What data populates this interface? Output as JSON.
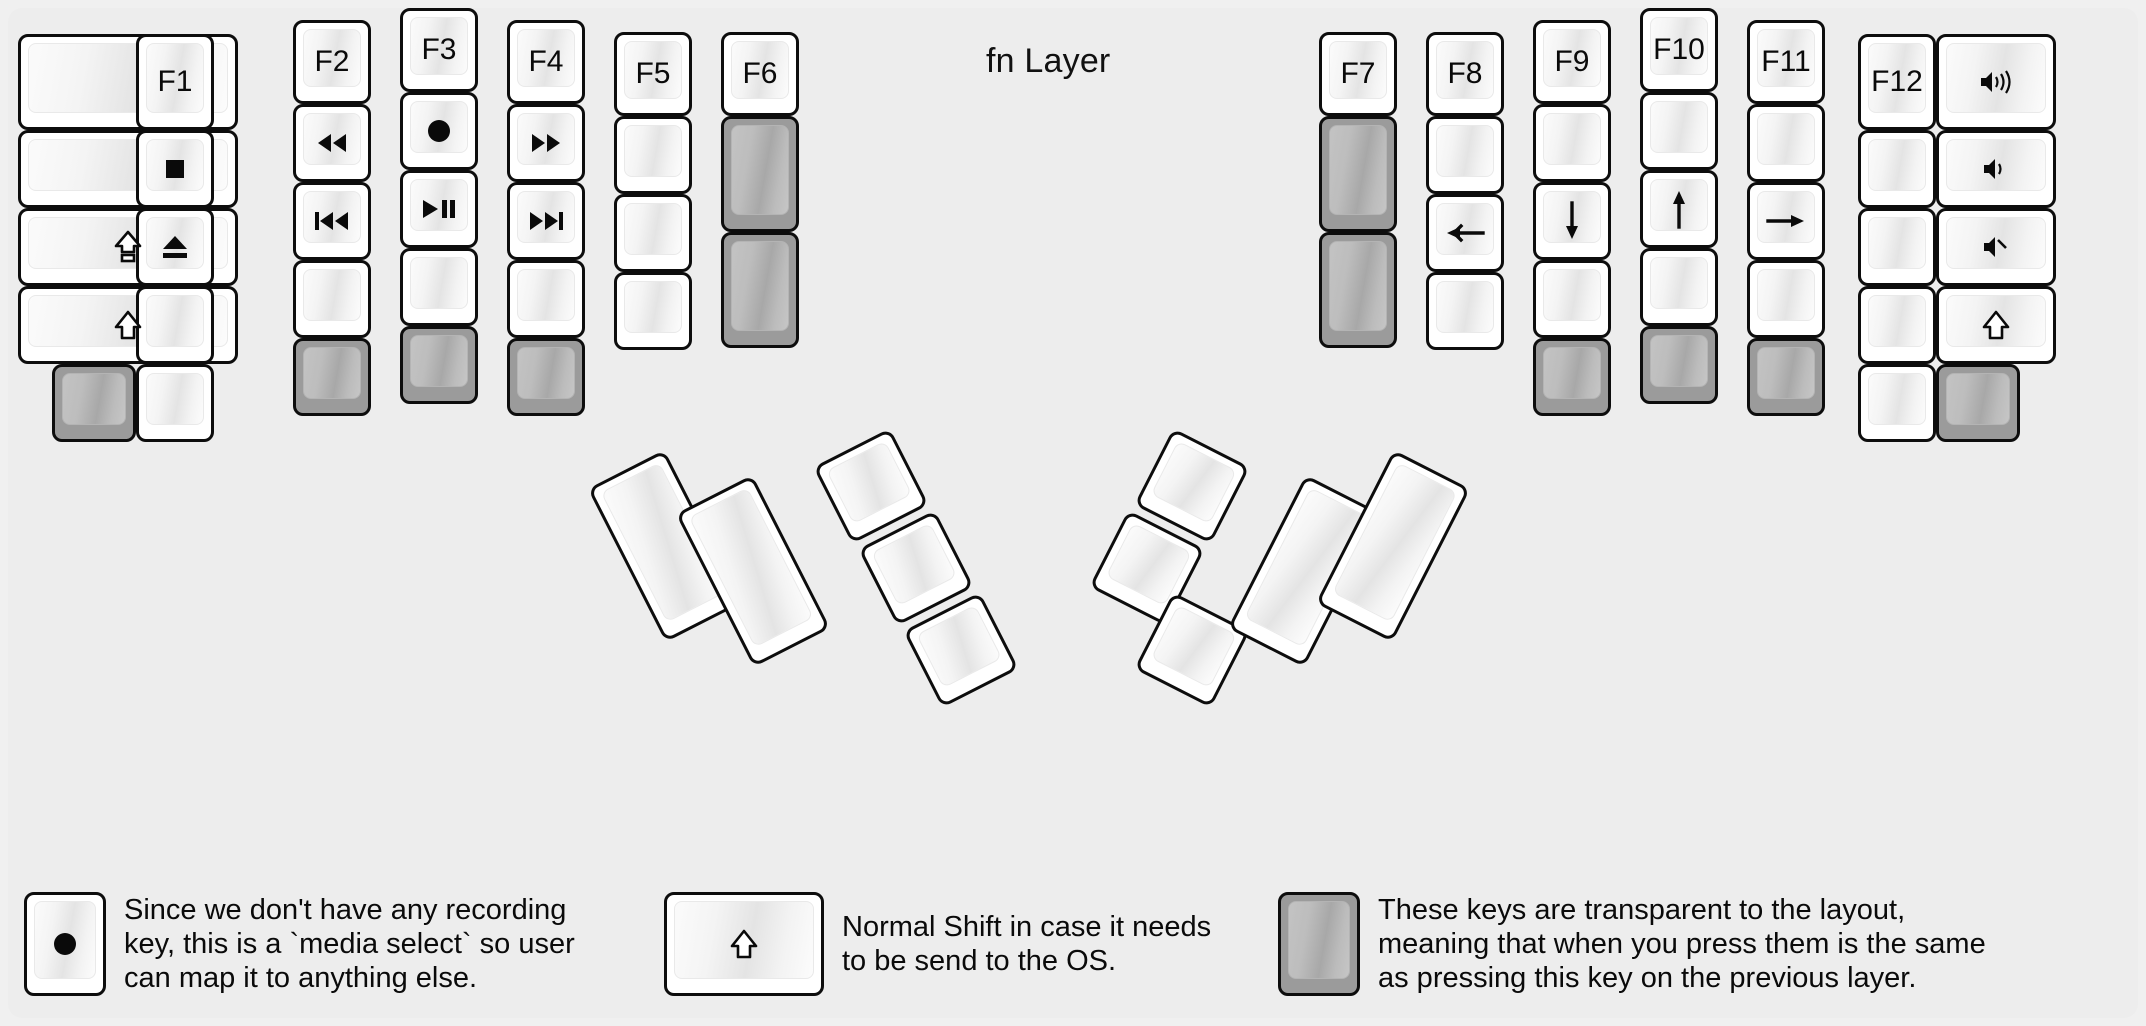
{
  "title": "fn Layer",
  "colors": {
    "background": "#ededed",
    "page": "#f0f0f0",
    "key_fill": "#ffffff",
    "key_border": "#0d0d0d",
    "transparent_key_fill": "#9b9b9b",
    "text": "#0a0a0a"
  },
  "left_half": {
    "columns": [
      {
        "name": "col-pinky-outer",
        "keys": [
          {
            "label": "",
            "icon": "",
            "style": "normal"
          },
          {
            "label": "",
            "icon": "",
            "style": "normal"
          },
          {
            "label": "",
            "icon": "caps-lock-icon",
            "style": "normal"
          },
          {
            "label": "",
            "icon": "shift-icon",
            "style": "normal"
          },
          {
            "label": "",
            "icon": "",
            "style": "transparent"
          }
        ]
      },
      {
        "name": "col-f1",
        "keys": [
          {
            "label": "F1",
            "icon": "",
            "style": "normal"
          },
          {
            "label": "",
            "icon": "media-stop-icon",
            "style": "normal"
          },
          {
            "label": "",
            "icon": "media-eject-icon",
            "style": "normal"
          },
          {
            "label": "",
            "icon": "",
            "style": "normal"
          },
          {
            "label": "",
            "icon": "",
            "style": "normal"
          }
        ]
      },
      {
        "name": "col-f2",
        "keys": [
          {
            "label": "F2",
            "icon": "",
            "style": "normal"
          },
          {
            "label": "",
            "icon": "media-rewind-icon",
            "style": "normal"
          },
          {
            "label": "",
            "icon": "media-previous-icon",
            "style": "normal"
          },
          {
            "label": "",
            "icon": "",
            "style": "normal"
          },
          {
            "label": "",
            "icon": "",
            "style": "transparent"
          }
        ]
      },
      {
        "name": "col-f3",
        "keys": [
          {
            "label": "F3",
            "icon": "",
            "style": "normal"
          },
          {
            "label": "",
            "icon": "media-record-icon",
            "style": "normal"
          },
          {
            "label": "",
            "icon": "media-play-pause-icon",
            "style": "normal"
          },
          {
            "label": "",
            "icon": "",
            "style": "normal"
          },
          {
            "label": "",
            "icon": "",
            "style": "transparent"
          }
        ]
      },
      {
        "name": "col-f4",
        "keys": [
          {
            "label": "F4",
            "icon": "",
            "style": "normal"
          },
          {
            "label": "",
            "icon": "media-fast-forward-icon",
            "style": "normal"
          },
          {
            "label": "",
            "icon": "media-next-icon",
            "style": "normal"
          },
          {
            "label": "",
            "icon": "",
            "style": "normal"
          },
          {
            "label": "",
            "icon": "",
            "style": "transparent"
          }
        ]
      },
      {
        "name": "col-f5",
        "keys": [
          {
            "label": "F5",
            "icon": "",
            "style": "normal"
          },
          {
            "label": "",
            "icon": "",
            "style": "normal"
          },
          {
            "label": "",
            "icon": "",
            "style": "normal"
          },
          {
            "label": "",
            "icon": "",
            "style": "normal"
          }
        ]
      },
      {
        "name": "col-f6",
        "keys": [
          {
            "label": "F6",
            "icon": "",
            "style": "normal"
          },
          {
            "label": "",
            "icon": "",
            "style": "transparent"
          },
          {
            "label": "",
            "icon": "",
            "style": "transparent"
          }
        ]
      }
    ],
    "thumb_cluster": [
      {
        "label": "",
        "icon": "",
        "style": "normal"
      },
      {
        "label": "",
        "icon": "",
        "style": "normal"
      },
      {
        "label": "",
        "icon": "",
        "style": "normal"
      },
      {
        "label": "",
        "icon": "",
        "style": "normal"
      },
      {
        "label": "",
        "icon": "",
        "style": "normal"
      }
    ]
  },
  "right_half": {
    "columns": [
      {
        "name": "col-f7",
        "keys": [
          {
            "label": "F7",
            "icon": "",
            "style": "normal"
          },
          {
            "label": "",
            "icon": "",
            "style": "transparent"
          },
          {
            "label": "",
            "icon": "",
            "style": "transparent"
          }
        ]
      },
      {
        "name": "col-f8",
        "keys": [
          {
            "label": "F8",
            "icon": "",
            "style": "normal"
          },
          {
            "label": "",
            "icon": "",
            "style": "normal"
          },
          {
            "label": "",
            "icon": "arrow-left-icon",
            "style": "normal"
          },
          {
            "label": "",
            "icon": "",
            "style": "normal"
          }
        ]
      },
      {
        "name": "col-f9",
        "keys": [
          {
            "label": "F9",
            "icon": "",
            "style": "normal"
          },
          {
            "label": "",
            "icon": "",
            "style": "normal"
          },
          {
            "label": "",
            "icon": "arrow-down-icon",
            "style": "normal"
          },
          {
            "label": "",
            "icon": "",
            "style": "normal"
          },
          {
            "label": "",
            "icon": "",
            "style": "transparent"
          }
        ]
      },
      {
        "name": "col-f10",
        "keys": [
          {
            "label": "F10",
            "icon": "",
            "style": "normal"
          },
          {
            "label": "",
            "icon": "",
            "style": "normal"
          },
          {
            "label": "",
            "icon": "arrow-up-icon",
            "style": "normal"
          },
          {
            "label": "",
            "icon": "",
            "style": "normal"
          },
          {
            "label": "",
            "icon": "",
            "style": "transparent"
          }
        ]
      },
      {
        "name": "col-f11",
        "keys": [
          {
            "label": "F11",
            "icon": "",
            "style": "normal"
          },
          {
            "label": "",
            "icon": "",
            "style": "normal"
          },
          {
            "label": "",
            "icon": "arrow-right-icon",
            "style": "normal"
          },
          {
            "label": "",
            "icon": "",
            "style": "normal"
          },
          {
            "label": "",
            "icon": "",
            "style": "transparent"
          }
        ]
      },
      {
        "name": "col-f12",
        "keys": [
          {
            "label": "F12",
            "icon": "",
            "style": "normal"
          },
          {
            "label": "",
            "icon": "",
            "style": "normal"
          },
          {
            "label": "",
            "icon": "",
            "style": "normal"
          },
          {
            "label": "",
            "icon": "",
            "style": "normal"
          },
          {
            "label": "",
            "icon": "",
            "style": "normal"
          }
        ]
      },
      {
        "name": "col-pinky-outer-right",
        "keys": [
          {
            "label": "",
            "icon": "volume-up-icon",
            "style": "normal"
          },
          {
            "label": "",
            "icon": "volume-down-icon",
            "style": "normal"
          },
          {
            "label": "",
            "icon": "volume-mute-icon",
            "style": "normal"
          },
          {
            "label": "",
            "icon": "shift-icon",
            "style": "normal"
          },
          {
            "label": "",
            "icon": "",
            "style": "transparent"
          }
        ]
      }
    ],
    "thumb_cluster": [
      {
        "label": "",
        "icon": "",
        "style": "normal"
      },
      {
        "label": "",
        "icon": "",
        "style": "normal"
      },
      {
        "label": "",
        "icon": "",
        "style": "normal"
      },
      {
        "label": "",
        "icon": "",
        "style": "normal"
      },
      {
        "label": "",
        "icon": "",
        "style": "normal"
      }
    ]
  },
  "footnotes": [
    {
      "key_icon": "media-record-icon",
      "key_style": "normal",
      "text": "Since we don't have any recording\nkey, this is a `media select` so user\ncan map it to anything else."
    },
    {
      "key_icon": "shift-icon",
      "key_style": "normal",
      "text": "Normal Shift in case it needs\nto be send to the OS."
    },
    {
      "key_icon": "",
      "key_style": "transparent",
      "text": "These keys are transparent to the layout,\nmeaning that when you press them is the same\nas pressing this key on the previous layer."
    }
  ]
}
